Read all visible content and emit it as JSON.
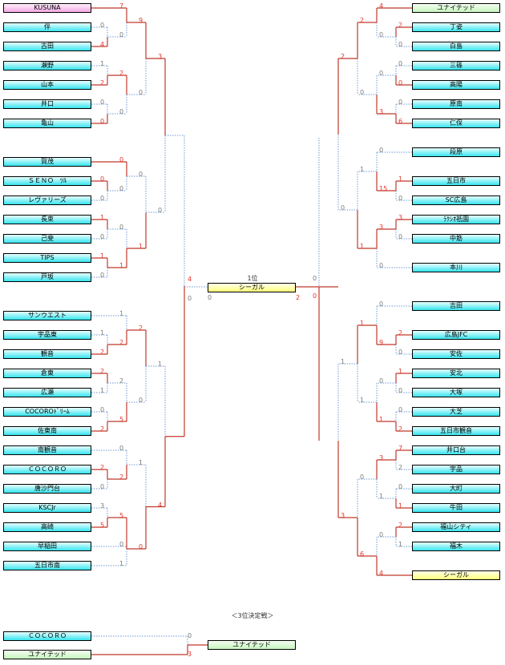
{
  "colors": {
    "win_line": "#c0392b",
    "lose_line": "#6f9ad4",
    "win_score": "#e0352c",
    "lose_score": "#7a7a7a"
  },
  "left_teams": [
    "KUSUNA",
    "伴",
    "古田",
    "瀬野",
    "山本",
    "井口",
    "亀山",
    "賀茂",
    "ＳＥＮＯ　ﾂﾙ",
    "レヴァリーズ",
    "長束",
    "己斐",
    "TIPS",
    "戸坂",
    "サンウエスト",
    "宇品東",
    "観音",
    "倉東",
    "広瀬",
    "COCOROﾄﾞﾘｰﾑ",
    "佐東南",
    "南観音",
    "ＣＯＣＯＲＯ",
    "唐沙門台",
    "KSCJr",
    "高崎",
    "早稲田",
    "五日市南"
  ],
  "right_teams": [
    "ユナイテッド",
    "丁姿",
    "白島",
    "三篠",
    "高陽",
    "原南",
    "仁保",
    "段原",
    "五日市",
    "SC広島",
    "ﾗｸｼｵ祇園",
    "中筋",
    "本川",
    "吉田",
    "広島JFC",
    "安佐",
    "安北",
    "大塚",
    "大芝",
    "五日市観音",
    "井口台",
    "宇品",
    "大町",
    "牛田",
    "福山シティ",
    "福木",
    "シーガル"
  ],
  "champion": {
    "label": "1位",
    "team": "シーガル",
    "score_left": "0",
    "score_right": "2"
  },
  "third_place": {
    "title": "＜3位決定戦＞",
    "team_a": "ＣＯＣＯＲＯ",
    "team_b": "ユナイテッド",
    "winner": "ユナイテッド",
    "score_a": "0",
    "score_b": "3"
  }
}
